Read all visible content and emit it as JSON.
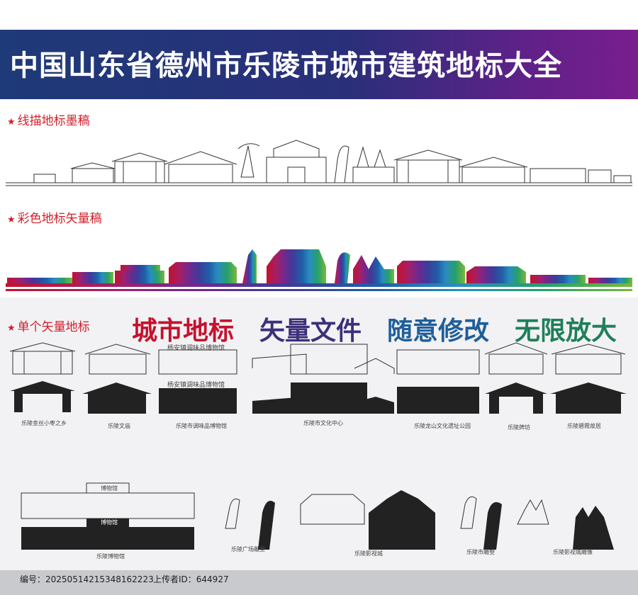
{
  "banner": {
    "title": "中国山东省德州市乐陵市城市建筑地标大全"
  },
  "sections": {
    "line_drawing": "线描地标墨稿",
    "color_vector": "彩色地标矢量稿",
    "single_vector": "单个矢量地标"
  },
  "slogans": [
    {
      "text": "城市地标",
      "color": "#c4122e"
    },
    {
      "text": "矢量文件",
      "color": "#3d2f7a"
    },
    {
      "text": "随意修改",
      "color": "#1f5f9a"
    },
    {
      "text": "无限放大",
      "color": "#1f7f5a"
    }
  ],
  "captions": {
    "jinsi_xiaozao": "乐陵金丝小枣之乡",
    "wenmiao": "乐陵文庙",
    "tiaoweipin_museum": "乐陵市调味品博物馆",
    "culture_center": "乐陵市文化中心",
    "longshan_park": "乐陵龙山文化遗址公园",
    "paifang": "乐陵牌坊",
    "bixia_guju": "乐陵碧霞故居",
    "museum": "乐陵博物馆",
    "square_sculpture": "乐陵广场雕塑",
    "film_city": "乐陵影视城",
    "city_sculpture": "乐陵市雕塑",
    "film_sculpture": "乐陵影视城雕像"
  },
  "building_signs": {
    "tiaoweipin": "杨安镇调味品博物馆",
    "museum_top": "博物馆",
    "museum_bottom": "博物馆"
  },
  "footer": {
    "id_label": "编号：",
    "id_value": "20250514215348162223",
    "uploader_label": "上传者ID：",
    "uploader_value": "644927"
  },
  "colors": {
    "banner_start": "#1e3a78",
    "banner_end": "#7a1d8f",
    "section_red": "#d01e2a",
    "skyline_gradient": [
      "#c4122e",
      "#7a1d8f",
      "#3d3c9a",
      "#1f5fa8",
      "#2a8cc0",
      "#25a06a",
      "#7ab83a"
    ]
  }
}
